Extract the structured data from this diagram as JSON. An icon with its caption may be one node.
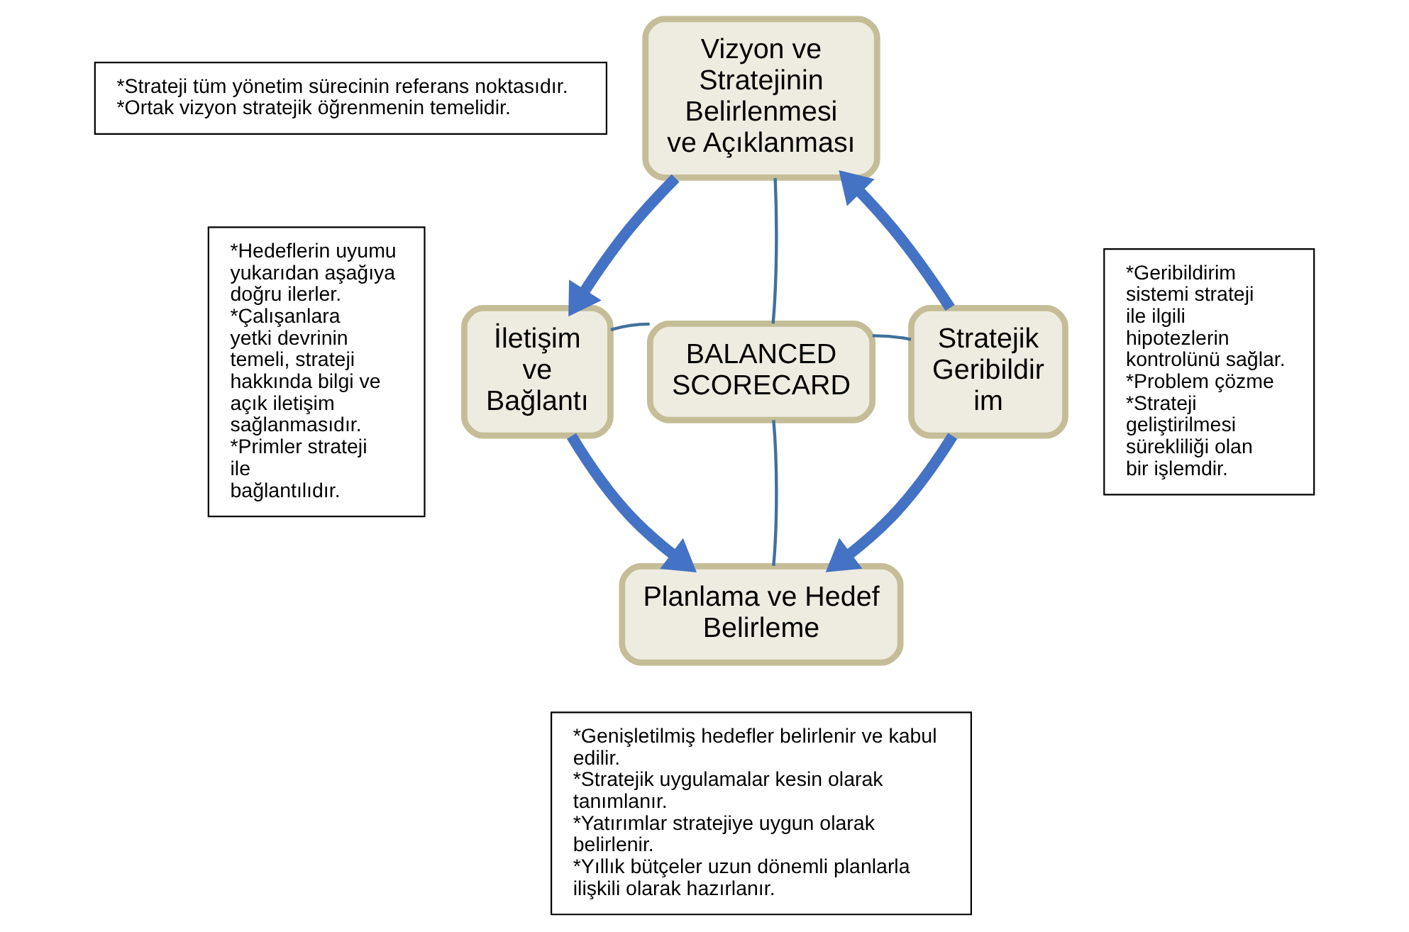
{
  "diagram": {
    "nodes": [
      {
        "text": [
          "BALANCED SCORECARD"
        ]
      },
      {
        "text": [
          "Vizyon ve Stratejinin Belirlenmesi ve Açıklanması"
        ]
      },
      {
        "text": [
          "İletişim ve Bağlantı"
        ]
      },
      {
        "text": [
          "Planlama ve Hedef Belirleme"
        ]
      },
      {
        "text": [
          "Stratejik Geribildirim"
        ]
      },
      {
        "text": [
          "*Strateji tüm yönetim sürecinin referans noktasıdır.",
          "*Ortak vizyon stratejik öğrenmenin temelidir."
        ]
      },
      {
        "text": [
          "*Hedeflerin uyumu yukarıdan aşağıya doğru ilerler.",
          "*Çalışanlara yetki devrinin temeli, strateji hakkında bilgi ve açık iletişim sağlanmasıdır.",
          "*Primler strateji ile bağlantılıdır."
        ]
      },
      {
        "text": [
          "*Geribildirim sistemi strateji ile ilgili hipotezlerin kontrolünü sağlar.",
          "*Problem çözme",
          "*Strateji geliştirilmesi sürekliliği olan bir işlemdir."
        ]
      },
      {
        "text": [
          "*Genişletilmiş hedefler belirlenir ve kabul edilir.",
          "*Stratejik uygulamalar kesin olarak tanımlanır.",
          "*Yatırımlar stratejiye uygun olarak belirlenir.",
          "*Yıllık bütçeler uzun dönemli planlarla ilişkili olarak hazırlanır."
        ]
      }
    ],
    "edges": [
      {
        "from": 0,
        "to": 1,
        "arrow": "none"
      },
      {
        "from": 0,
        "to": 2,
        "arrow": "none"
      },
      {
        "from": 0,
        "to": 4,
        "arrow": "none"
      },
      {
        "from": 0,
        "to": 3,
        "arrow": "none"
      },
      {
        "from": 1,
        "to": 2,
        "arrow": "to",
        "style": "thick",
        "color": "#4472c4"
      },
      {
        "from": 2,
        "to": 3,
        "arrow": "to",
        "style": "thick",
        "color": "#4472c4"
      },
      {
        "from": 4,
        "to": 3,
        "arrow": "to",
        "style": "thick",
        "color": "#4472c4"
      },
      {
        "from": 4,
        "to": 1,
        "arrow": "to",
        "style": "thick",
        "color": "#4472c4"
      }
    ]
  }
}
